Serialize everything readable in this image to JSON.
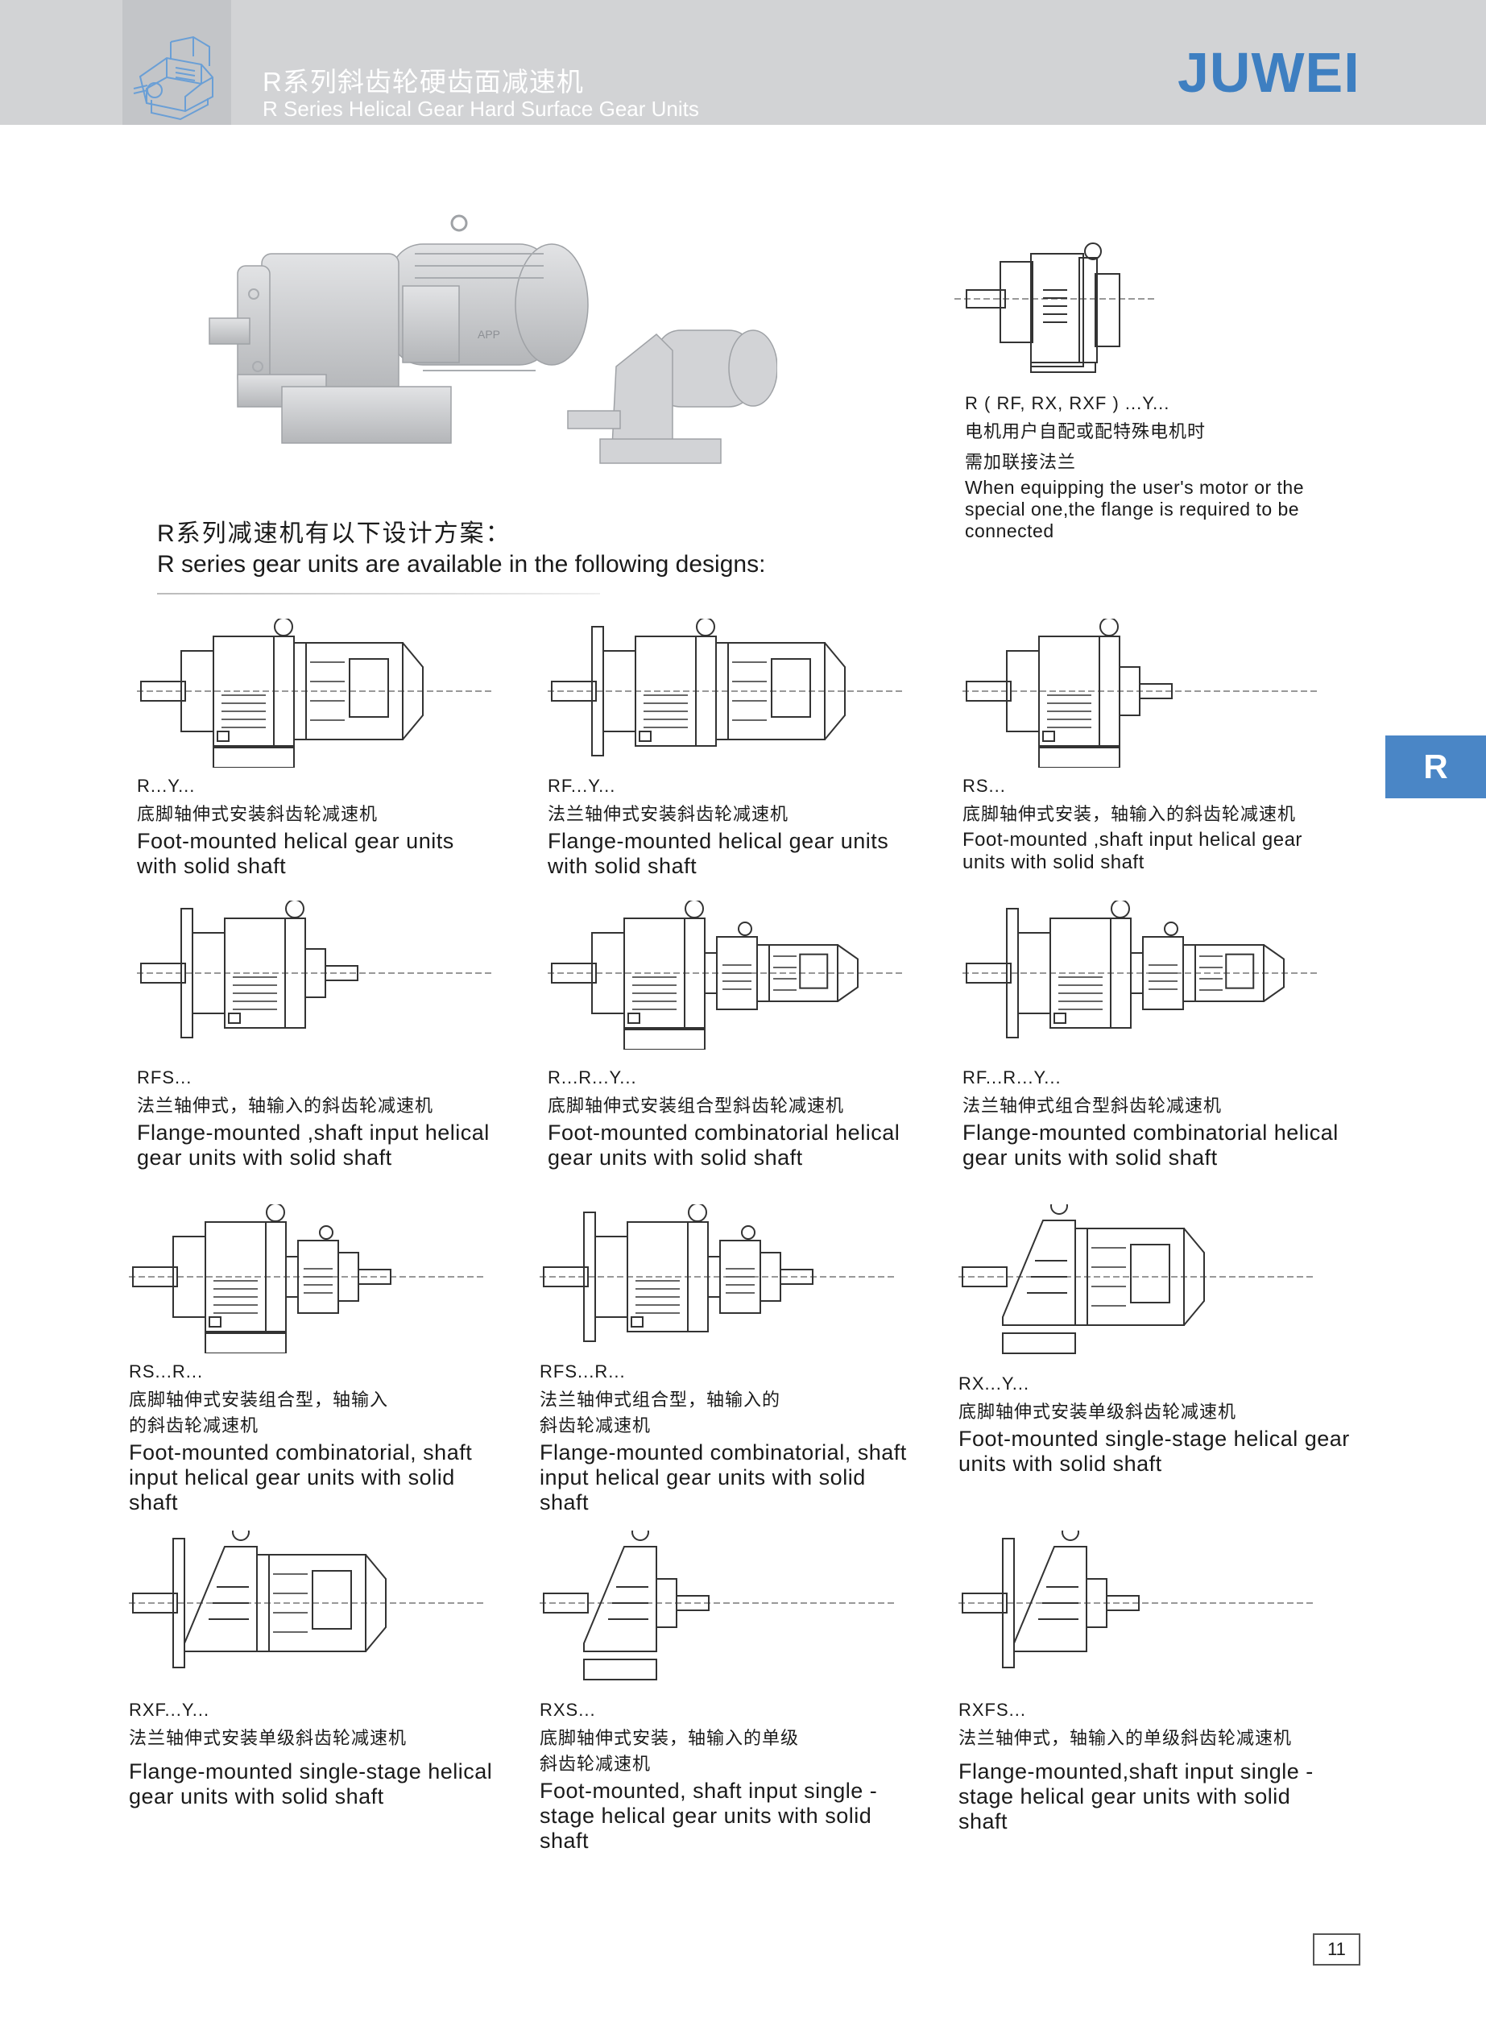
{
  "header": {
    "title_cn": "R系列斜齿轮硬齿面减速机",
    "title_en": "R Series Helical Gear Hard Surface Gear Units",
    "brand": "JUWEI",
    "icon": "gear-unit-icon"
  },
  "side_tab": "R",
  "intro": {
    "cn": "R系列减速机有以下设计方案：",
    "en": "R series gear units are available in the following designs:"
  },
  "note": {
    "code": "R ( RF, RX, RXF ) ...Y...",
    "cn1": "电机用户自配或配特殊电机时",
    "cn2": "需加联接法兰",
    "en": "When equipping the user's motor or the special one,the flange is required to be connected"
  },
  "units": [
    {
      "code": "R...Y...",
      "cn": [
        "底脚轴伸式安装斜齿轮减速机"
      ],
      "en": "Foot-mounted helical gear units with solid shaft",
      "style": "foot-motor"
    },
    {
      "code": "RF...Y...",
      "cn": [
        "法兰轴伸式安装斜齿轮减速机"
      ],
      "en": "Flange-mounted helical gear units with solid shaft",
      "style": "flange-motor"
    },
    {
      "code": "RS...",
      "cn": [
        "底脚轴伸式安装，轴输入的斜齿轮减速机"
      ],
      "en": "Foot-mounted ,shaft input helical gear units with solid shaft",
      "style": "foot-shaft"
    },
    {
      "code": "RFS...",
      "cn": [
        "法兰轴伸式，轴输入的斜齿轮减速机"
      ],
      "en": "Flange-mounted ,shaft input helical gear units with solid shaft",
      "style": "flange-shaft"
    },
    {
      "code": "R...R...Y...",
      "cn": [
        "底脚轴伸式安装组合型斜齿轮减速机"
      ],
      "en": "Foot-mounted combinatorial helical gear units with solid shaft",
      "style": "foot-combo-motor"
    },
    {
      "code": "RF...R...Y...",
      "cn": [
        "法兰轴伸式组合型斜齿轮减速机"
      ],
      "en": "Flange-mounted combinatorial helical gear units with solid shaft",
      "style": "flange-combo-motor"
    },
    {
      "code": "RS...R...",
      "cn": [
        "底脚轴伸式安装组合型，轴输入",
        "的斜齿轮减速机"
      ],
      "en": "Foot-mounted combinatorial, shaft input helical gear units with solid shaft",
      "style": "foot-combo-shaft"
    },
    {
      "code": "RFS...R...",
      "cn": [
        "法兰轴伸式组合型，轴输入的",
        "斜齿轮减速机"
      ],
      "en": "Flange-mounted combinatorial, shaft input helical gear units with solid shaft",
      "style": "flange-combo-shaft"
    },
    {
      "code": "RX...Y...",
      "cn": [
        "底脚轴伸式安装单级斜齿轮减速机"
      ],
      "en": "Foot-mounted single-stage helical gear units with solid shaft",
      "style": "rx-foot-motor"
    },
    {
      "code": "RXF...Y...",
      "cn": [
        "法兰轴伸式安装单级斜齿轮减速机"
      ],
      "en": "Flange-mounted single-stage helical gear units with solid shaft",
      "style": "rx-flange-motor"
    },
    {
      "code": "RXS...",
      "cn": [
        "底脚轴伸式安装，轴输入的单级",
        "斜齿轮减速机"
      ],
      "en": "Foot-mounted, shaft input single -stage  helical gear units with solid shaft",
      "style": "rx-foot-shaft"
    },
    {
      "code": "RXFS...",
      "cn": [
        "法兰轴伸式，轴输入的单级斜齿轮减速机"
      ],
      "en": "Flange-mounted,shaft input single -stage  helical gear units with solid shaft",
      "style": "rx-flange-shaft"
    }
  ],
  "page_number": "11",
  "colors": {
    "accent": "#3e7fc1",
    "header_bg": "#d2d3d5",
    "tab_bg": "#4a86c6"
  }
}
